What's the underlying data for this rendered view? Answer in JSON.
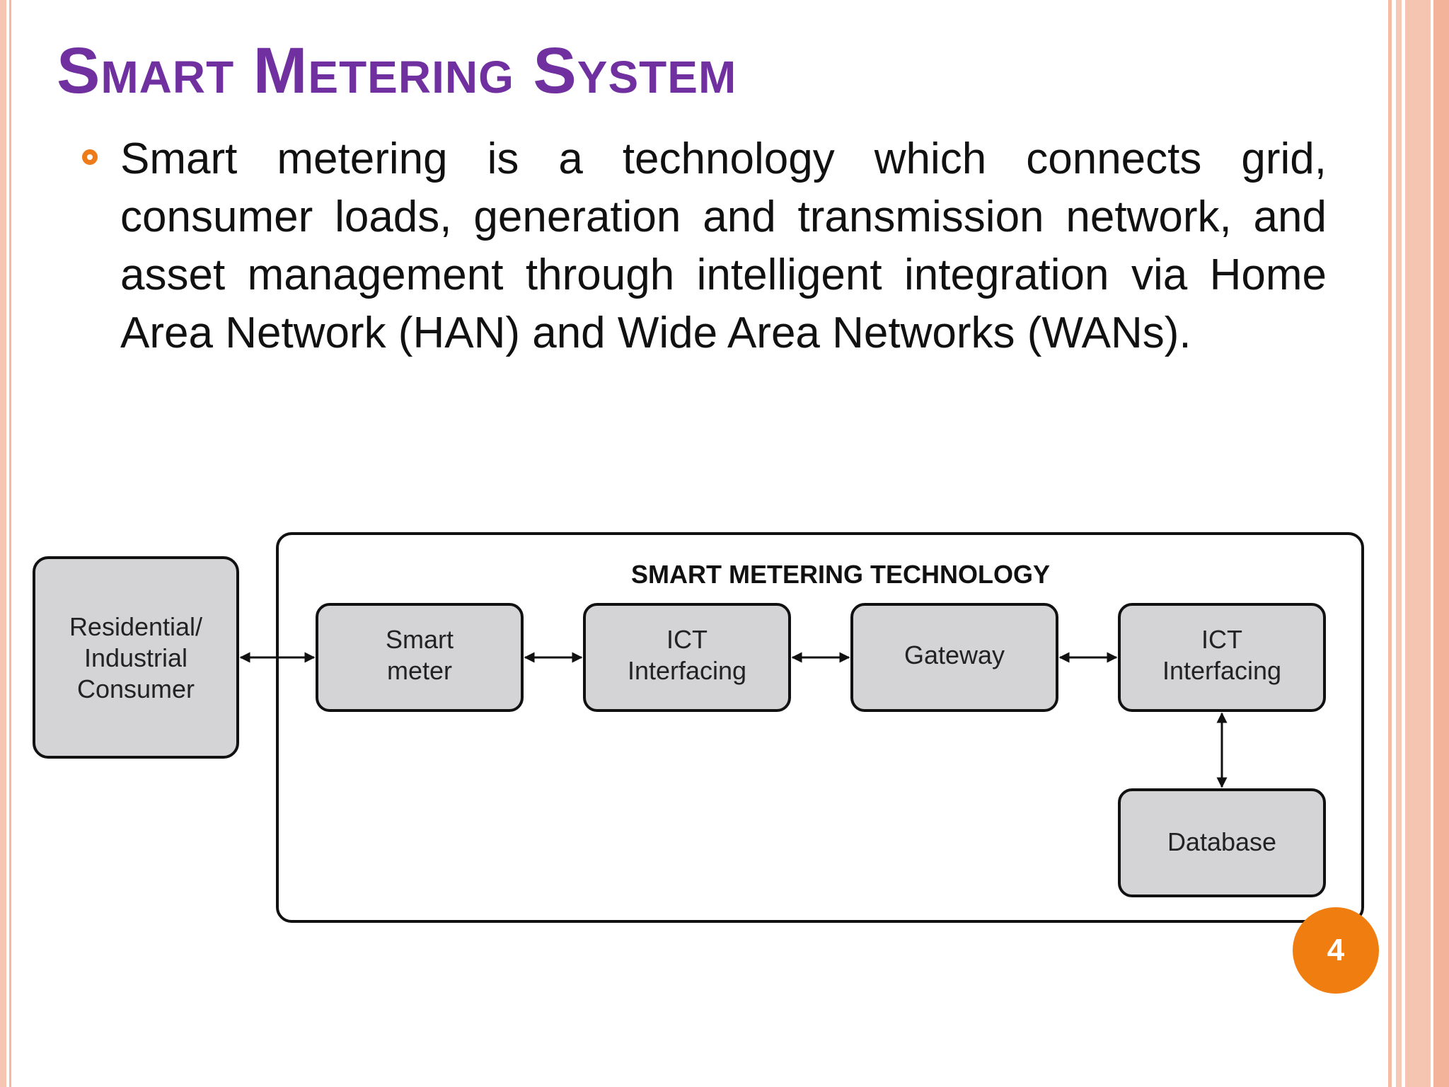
{
  "slide": {
    "title": "Smart Metering System",
    "bullet": "Smart metering is a technology which connects grid, consumer loads, generation and transmission network, and asset management through intelligent integration via Home Area Network (HAN) and Wide Area Networks (WANs).",
    "page_number": "4"
  },
  "diagram": {
    "group_label": "SMART METERING TECHNOLOGY",
    "consumer": [
      "Residential/",
      "Industrial",
      "Consumer"
    ],
    "smart_meter": [
      "Smart",
      "meter"
    ],
    "ict_1": [
      "ICT",
      "Interfacing"
    ],
    "gateway": "Gateway",
    "ict_2": [
      "ICT",
      "Interfacing"
    ],
    "database": "Database"
  },
  "colors": {
    "title": "#7030a0",
    "bullet": "#ee7b19",
    "page_badge": "#ef7d0f",
    "node_fill": "#d4d4d6"
  }
}
